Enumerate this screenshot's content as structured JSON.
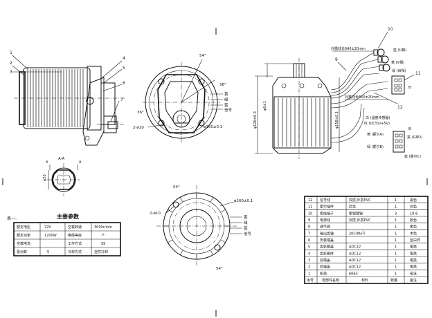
{
  "callouts_left": [
    "1",
    "2",
    "3",
    "4",
    "5",
    "6",
    "7"
  ],
  "section_label": "A-A",
  "section_marks": {
    "a": "A",
    "b": "A"
  },
  "view_marks": {
    "b_left": "B",
    "b_right": "B"
  },
  "top_view": {
    "angle1": "54°",
    "angle2": "36°",
    "angle3": "36°",
    "hole_dim": "2-ø10",
    "bolt_dim": "ø160±0.1"
  },
  "bottom_view": {
    "angle1": "54°",
    "angle2": "54°",
    "hole_dim": "2-ø10",
    "bolt_dim": "ø160±0.1"
  },
  "wire_labels_top": [
    "黄",
    "绿",
    "蓝",
    "信号"
  ],
  "wire_labels_bottom": [
    "黄",
    "绿",
    "蓝",
    "信号"
  ],
  "side_dims": {
    "d1": "φ6±1",
    "d2": "φ126±0.3",
    "d3": "φ158±0.1"
  },
  "harness": {
    "callout_10": "10",
    "callout_9": "9",
    "callout_11": "11",
    "callout_12": "12",
    "len_top": "外露线长640±20mm",
    "len_bottom": "外露线长660±20mm",
    "w1": "蓝 (U相)",
    "w2": "黄 (V相)",
    "w3": "绿 (W相)",
    "connector_labels": [
      "白 (温度传感器)",
      "红 (DC5V/+5V)",
      "黄 (霍尔A)",
      "黑 (GND)",
      "绿 (霍尔B)",
      "蓝 (霍尔C)"
    ]
  },
  "params": {
    "heading": "主要参数",
    "table_label": "表一:",
    "rows": [
      [
        "额定电压",
        "72V",
        "空载转速",
        "3000r/min"
      ],
      [
        "额定功率",
        "1200W",
        "绝缘等级",
        "F"
      ],
      [
        "空载电流",
        "",
        "工作方式",
        "S9"
      ],
      [
        "极对数",
        "5",
        "冷却方式",
        "自然冷却"
      ]
    ]
  },
  "bom": {
    "rows": [
      [
        "12",
        "信号线",
        "双层,外层PVC",
        "1",
        "黑色"
      ],
      [
        "11",
        "霍尔插件",
        "厄龙",
        "1",
        "白色"
      ],
      [
        "10",
        "相线端子",
        "紫铜镀锡",
        "3",
        "10-6"
      ],
      [
        "9",
        "电源线",
        "双层,外层PVC",
        "1",
        "颜色"
      ],
      [
        "8",
        "通气阀",
        "",
        "1",
        "金色"
      ],
      [
        "7",
        "输出齿轴",
        "20CrMoTi",
        "1",
        "本色"
      ],
      [
        "6",
        "安装端盖",
        "",
        "1",
        "蓝白样"
      ],
      [
        "5",
        "齿轮箱盖",
        "ADC12",
        "1",
        "哑黑"
      ],
      [
        "4",
        "齿轮箱体",
        "ADC12",
        "1",
        "哑黑"
      ],
      [
        "3",
        "前端盖",
        "ADC12",
        "1",
        "哑黑"
      ],
      [
        "2",
        "后端盖",
        "ADC12",
        "1",
        "哑黑"
      ],
      [
        "1",
        "机壳",
        "6063",
        "1",
        "电泳"
      ]
    ],
    "header": [
      "序号",
      "零部件名称",
      "材料",
      "数量",
      "备注"
    ]
  }
}
